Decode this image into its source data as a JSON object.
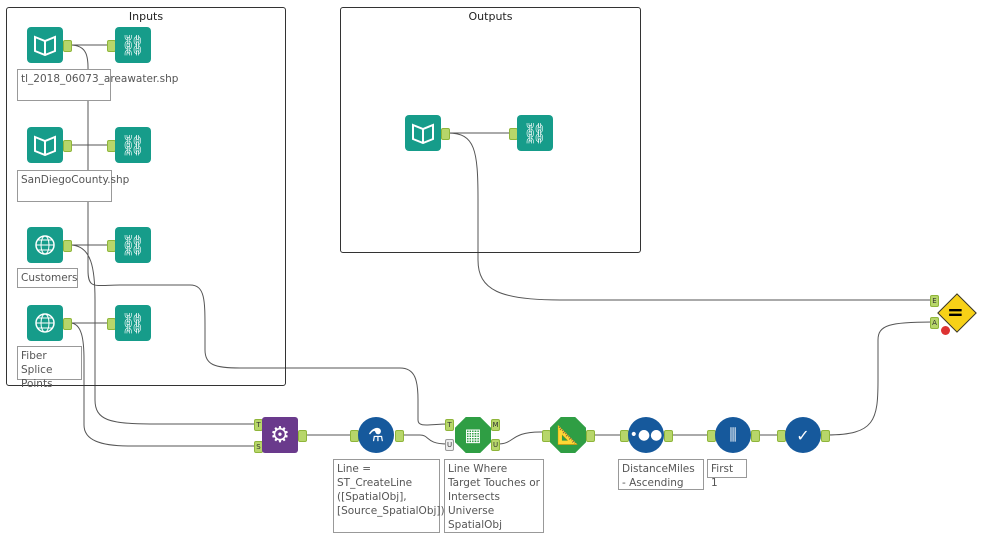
{
  "containers": {
    "inputs": "Inputs",
    "outputs": "Outputs"
  },
  "inputs": [
    {
      "annotation": "tl_2018_06073_areawater.shp",
      "icon": "book-icon"
    },
    {
      "annotation": "SanDiegoCounty.shp",
      "icon": "book-icon"
    },
    {
      "annotation": "Customers",
      "icon": "globe-icon"
    },
    {
      "annotation": "Fiber Splice Points",
      "icon": "globe-icon"
    }
  ],
  "tools": {
    "spatial_process": {
      "anchors": [
        "T",
        "S"
      ]
    },
    "formula": {
      "annotation": "Line = ST_CreateLine ([SpatialObj], [Source_SpatialObj])"
    },
    "spatial_match": {
      "annotation": "Line Where Target Touches or Intersects Universe SpatialObj",
      "anchors_in": [
        "T",
        "U"
      ],
      "anchors_out": [
        "M",
        "U"
      ]
    },
    "sort": {
      "annotation": "DistanceMiles - Ascending"
    },
    "sample": {
      "annotation": "First 1"
    },
    "test": {
      "anchors": [
        "E",
        "A"
      ]
    }
  },
  "colors": {
    "teal": "#169c8a",
    "blue": "#16599c",
    "green": "#2f9e44",
    "purple": "#6a3a8c",
    "yellow": "#f7d117"
  }
}
